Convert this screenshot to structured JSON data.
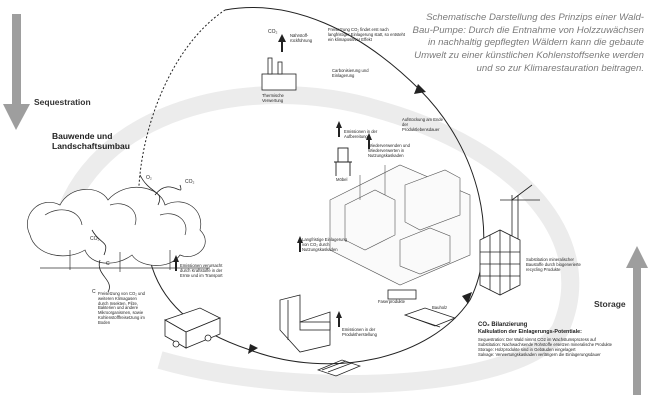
{
  "caption": "Schematische Darstellung des Prinzips einer Wald-Bau-Pumpe: Durch die Entnahme von Holzzuwächsen in nachhaltig gepflegten Wäldern kann die gebaute Umwelt zu einer künstlichen Kohlenstoffsenke werden und so zur Klimarestauration beitragen.",
  "sides": {
    "left": "Sequestration",
    "right": "Storage"
  },
  "section_title": "Bauwende und Landschaftsumbau",
  "labels": {
    "naehrstoff": "Nährstoff-rückführung",
    "freisetzung_top": "Freisetzung CO₂ findet erst nach langfristiger Einlagerung statt, so entsteht ein klimapositiver Effekt",
    "carbonisierung": "Carbonisierung und Einlagerung",
    "thermische": "Thermische Verwertung",
    "aufstockung": "Aufstockung am Ende der Produktlebensdauer",
    "emissionen_aufbereitung": "Emissionen in der Aufbereitung",
    "wiederverwenden": "Wiederverwenden und Wiederverwerten in Nutzungskaskaden",
    "moebel": "Möbel",
    "langfristige": "Langfristige Einlagerung von CO₂ durch Nutzungskaskaden",
    "substitution": "Substitution mineralischer Baustoffe durch biogenerierte recycling Produkte",
    "faserprodukte": "Faserprodukte",
    "bauholz": "Bauholz",
    "emissionen_produkt": "Emissionen in der Produktherstellung",
    "emissionen_kraftstoffe": "Emissionen verursacht durch Kraftstoffe in der Ernte und im Transport",
    "freisetzung_boden": "Freisetzung von CO₂ und weiteren Klimagasen durch Insekten, Pilze, Bakterien und andere Mikroorganismen, sowie Kohlenstofffreisetzung im Boden",
    "co2": "CO₂",
    "o2": "O₂",
    "c": "C"
  },
  "co2_box": {
    "title": "CO₂ Bilanzierung",
    "subtitle": "Kalkulation der Einlagerungs-Potentiale:",
    "lines": [
      "Sequestration: Der Wald nimmt CO2 im Wachstumsprozess auf",
      "Substitution: Nachwachsende Rohstoffe ersetzen mineralische Produkte",
      "Storage: Holzprodukte sind in Gebäuden eingelagert",
      "Salvage: Verwertungskaskaden verlängern die Einlagerungsdauer"
    ]
  }
}
